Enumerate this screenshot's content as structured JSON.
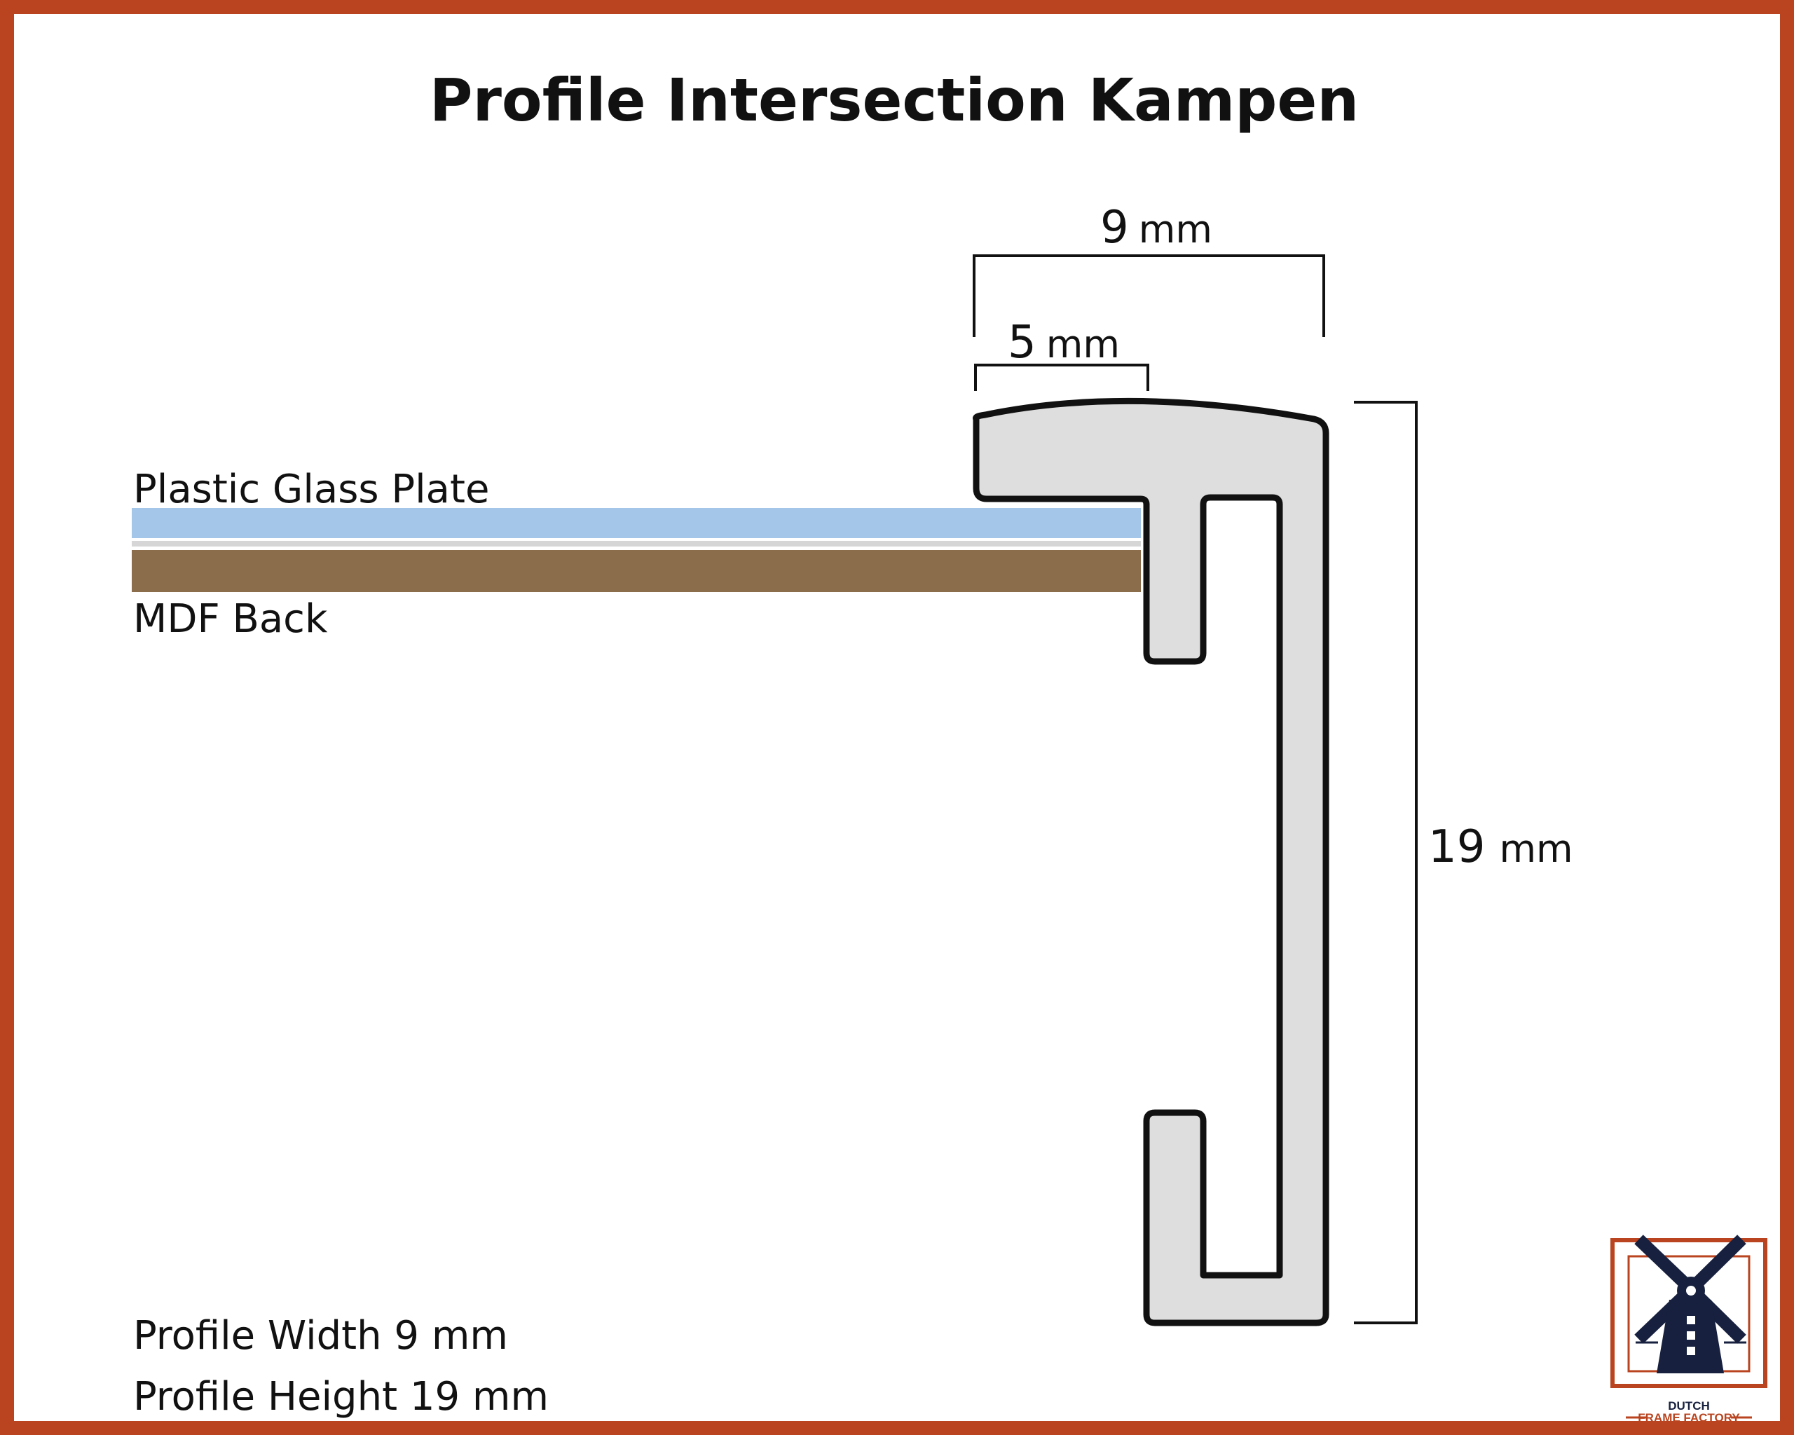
{
  "title": "Profile Intersection Kampen",
  "dimensions": {
    "width_total": {
      "value": "9",
      "unit": "mm"
    },
    "width_lip": {
      "value": "5",
      "unit": "mm"
    },
    "height": {
      "value": "19",
      "unit": "mm"
    }
  },
  "labels": {
    "glass": "Plastic Glass Plate",
    "backing": "MDF Back"
  },
  "specs": {
    "width": "Profile Width 9 mm",
    "height": "Profile Height 19 mm"
  },
  "logo": {
    "line1": "DUTCH",
    "line2": "FRAME FACTORY"
  },
  "colors": {
    "border": "#b9441f",
    "glass": "#a4c6e9",
    "mdf": "#8b6d4b",
    "profile_fill": "#dedede",
    "logo_navy": "#17213f"
  }
}
